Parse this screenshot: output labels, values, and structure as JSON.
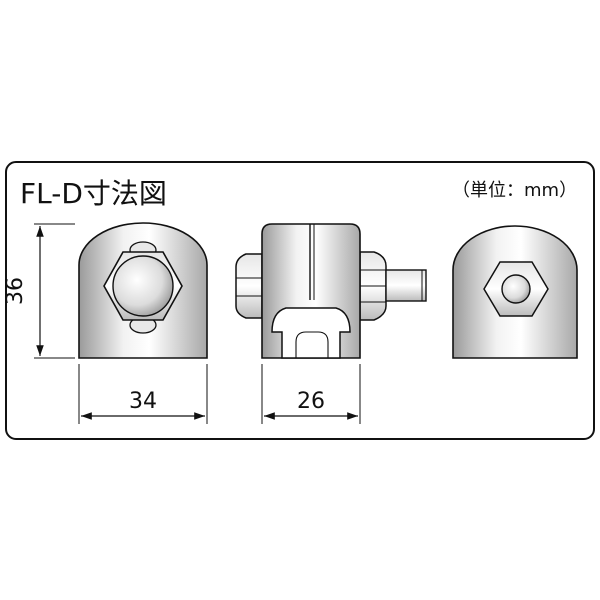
{
  "title": "FL-D寸法図",
  "unit_note": "（単位：mm）",
  "dimensions": {
    "height": "36",
    "width_front": "34",
    "width_side": "26"
  },
  "colors": {
    "outline": "#111111",
    "shade_light": "#ffffff",
    "shade_mid": "#bdbdbd",
    "shade_dark": "#8a8a8a"
  },
  "views": [
    "front-view",
    "side-view",
    "rear-view"
  ]
}
